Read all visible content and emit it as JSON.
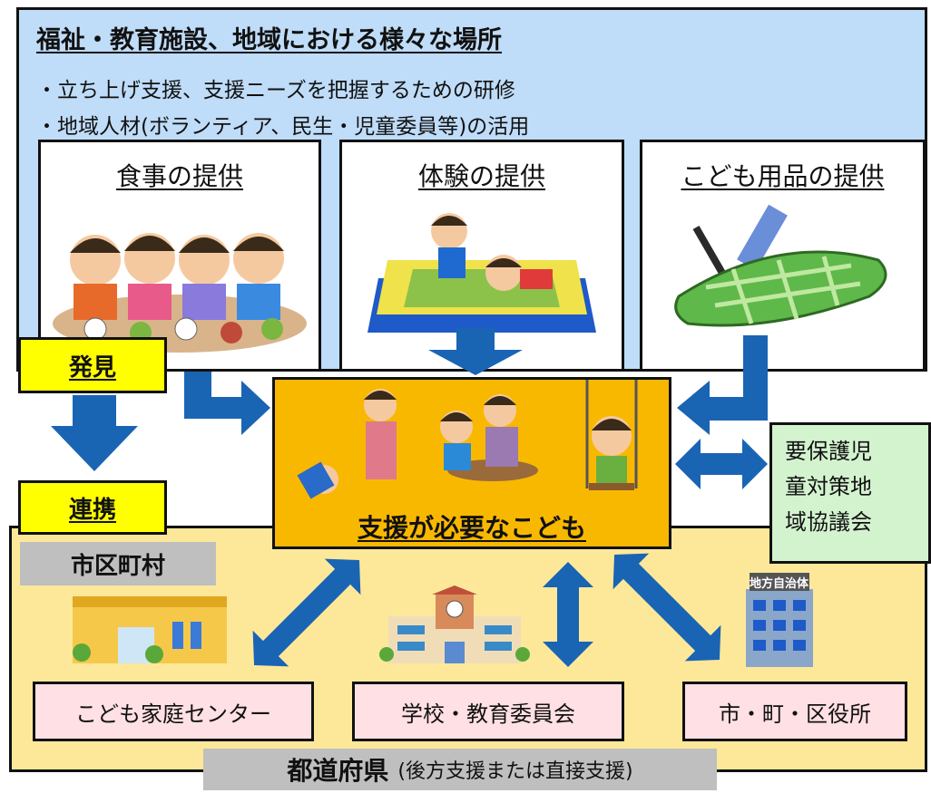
{
  "top": {
    "title": "福祉・教育施設、地域における様々な場所",
    "bullet1": "・立ち上げ支援、支援ニーズを把握するための研修",
    "bullet2": "・地域人材(ボランティア、民生・児童委員等)の活用"
  },
  "cards": {
    "meal": "食事の提供",
    "experience": "体験の提供",
    "goods": "こども用品の提供"
  },
  "tags": {
    "discover": "発見",
    "link": "連携"
  },
  "center": {
    "label": "支援が必要なこども"
  },
  "council": {
    "line1": "要保護児",
    "line2": "童対策地",
    "line3": "域協議会"
  },
  "municipality": {
    "label": "市区町村",
    "boxes": [
      "こども家庭センター",
      "学校・教育委員会",
      "市・町・区役所"
    ],
    "office_sign": "地方自治体"
  },
  "prefecture": {
    "name": "都道府県",
    "note": "(後方支援または直接支援)"
  },
  "colors": {
    "arrow": "#1a64b4",
    "top_bg": "#bfdcf8",
    "bottom_bg": "#fde89a",
    "center_bg": "#f9b800",
    "tag_bg": "#ffff00",
    "council_bg": "#d3f3cf",
    "pink_bg": "#ffe0e4",
    "gray_label": "#bfbfbf"
  }
}
